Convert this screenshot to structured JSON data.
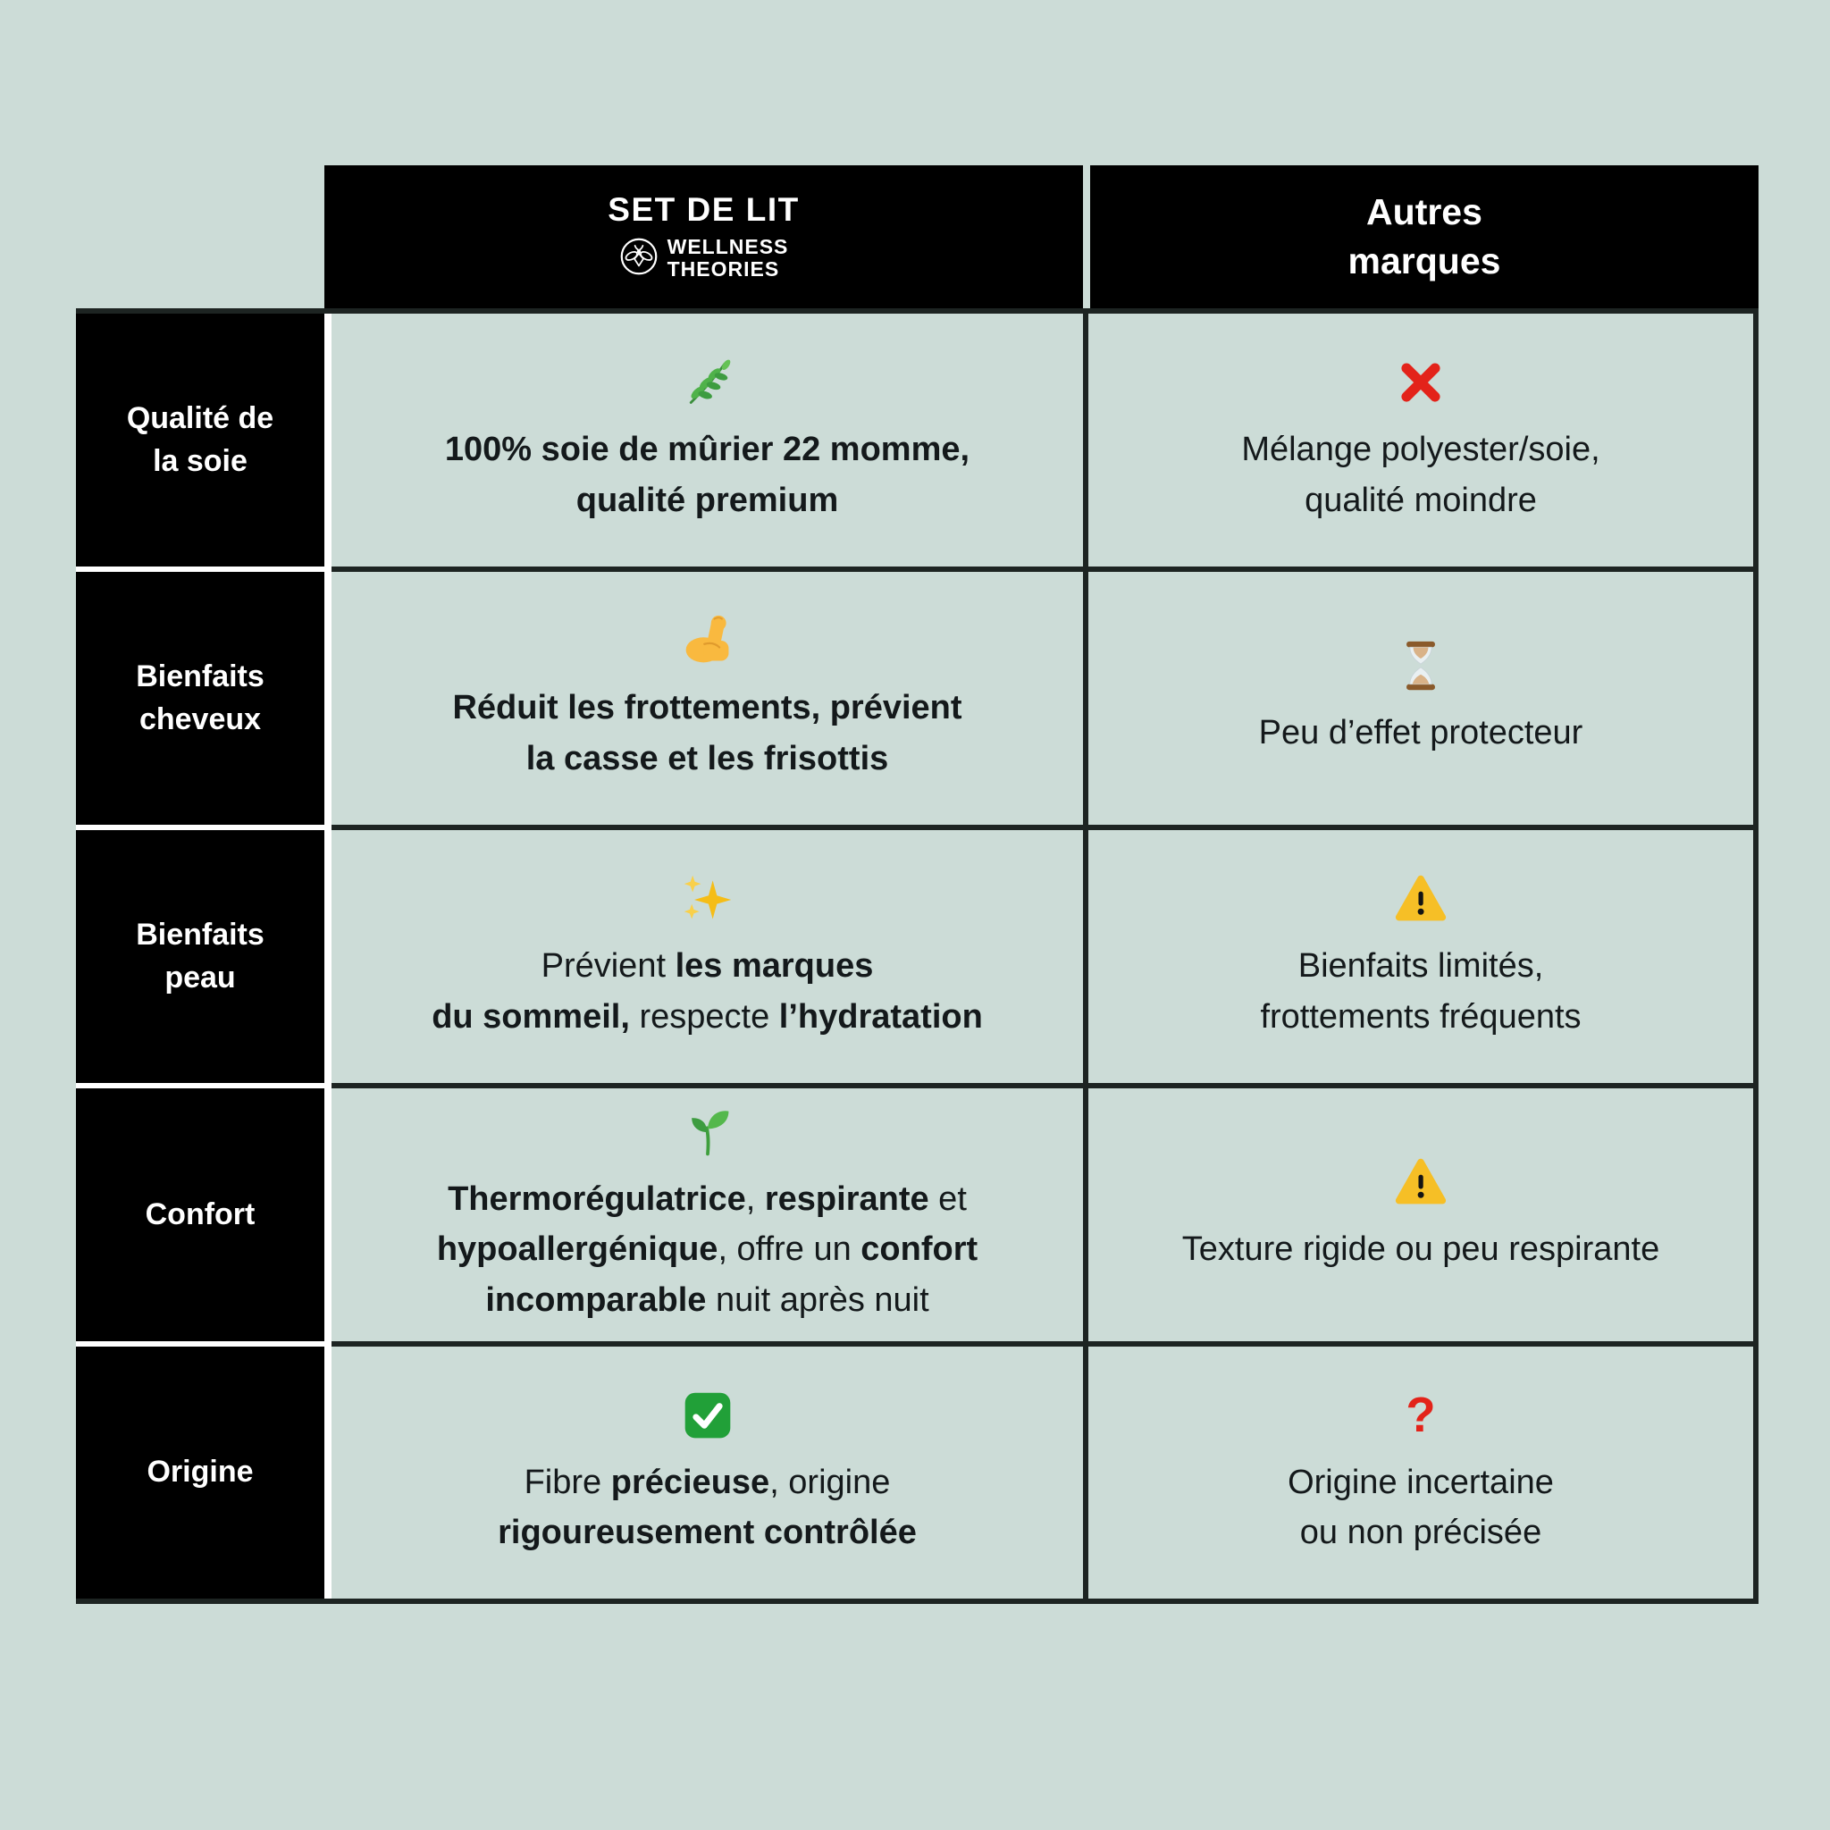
{
  "palette": {
    "background": "#ccdcd7",
    "cell_background": "#ccdcd7",
    "grid_border": "#1d2422",
    "header_background": "#000000",
    "label_background": "#000000",
    "label_gap": "#ffffff",
    "text": "#14191b",
    "header_text": "#ffffff",
    "red_accent": "#e3231a",
    "yellow_accent": "#f6bf26",
    "green_accent": "#21a038"
  },
  "header": {
    "product_title": "SET DE LIT",
    "brand_logo_icon": "bee-icon",
    "brand_line1": "WELLNESS",
    "brand_line2": "THEORIES",
    "competitor_title": "Autres\nmarques"
  },
  "rows": [
    {
      "label": "Qualité de\nla soie",
      "ours": {
        "icon": "herb",
        "segments": [
          {
            "t": "100% soie de mûrier 22 momme,\nqualité premium",
            "b": true
          }
        ]
      },
      "others": {
        "icon": "cross-mark",
        "segments": [
          {
            "t": "Mélange polyester/soie,\nqualité moindre",
            "b": false
          }
        ]
      }
    },
    {
      "label": "Bienfaits\ncheveux",
      "ours": {
        "icon": "biceps",
        "segments": [
          {
            "t": "Réduit les frottements, prévient\nla casse et les frisottis",
            "b": true
          }
        ]
      },
      "others": {
        "icon": "hourglass",
        "segments": [
          {
            "t": "Peu d’effet protecteur",
            "b": false
          }
        ]
      }
    },
    {
      "label": "Bienfaits\npeau",
      "ours": {
        "icon": "sparkles",
        "segments": [
          {
            "t": "Prévient ",
            "b": false
          },
          {
            "t": "les marques\ndu sommeil,",
            "b": true
          },
          {
            "t": " respecte ",
            "b": false
          },
          {
            "t": "l’hydratation",
            "b": true
          }
        ]
      },
      "others": {
        "icon": "warning",
        "segments": [
          {
            "t": "Bienfaits limités,\nfrottements fréquents",
            "b": false
          }
        ]
      }
    },
    {
      "label": "Confort",
      "ours": {
        "icon": "seedling",
        "segments": [
          {
            "t": "Thermorégulatrice",
            "b": true
          },
          {
            "t": ", ",
            "b": false
          },
          {
            "t": "respirante",
            "b": true
          },
          {
            "t": " et\n",
            "b": false
          },
          {
            "t": "hypoallergénique",
            "b": true
          },
          {
            "t": ", offre un ",
            "b": false
          },
          {
            "t": "confort\nincomparable",
            "b": true
          },
          {
            "t": " nuit après nuit",
            "b": false
          }
        ]
      },
      "others": {
        "icon": "warning",
        "segments": [
          {
            "t": "Texture rigide ou peu respirante",
            "b": false
          }
        ]
      }
    },
    {
      "label": "Origine",
      "ours": {
        "icon": "check-mark",
        "segments": [
          {
            "t": "Fibre ",
            "b": false
          },
          {
            "t": "précieuse",
            "b": true
          },
          {
            "t": ", origine\n",
            "b": false
          },
          {
            "t": "rigoureusement contrôlée",
            "b": true
          }
        ]
      },
      "others": {
        "icon": "red-question",
        "segments": [
          {
            "t": "Origine incertaine\nou non précisée",
            "b": false
          }
        ]
      }
    }
  ]
}
